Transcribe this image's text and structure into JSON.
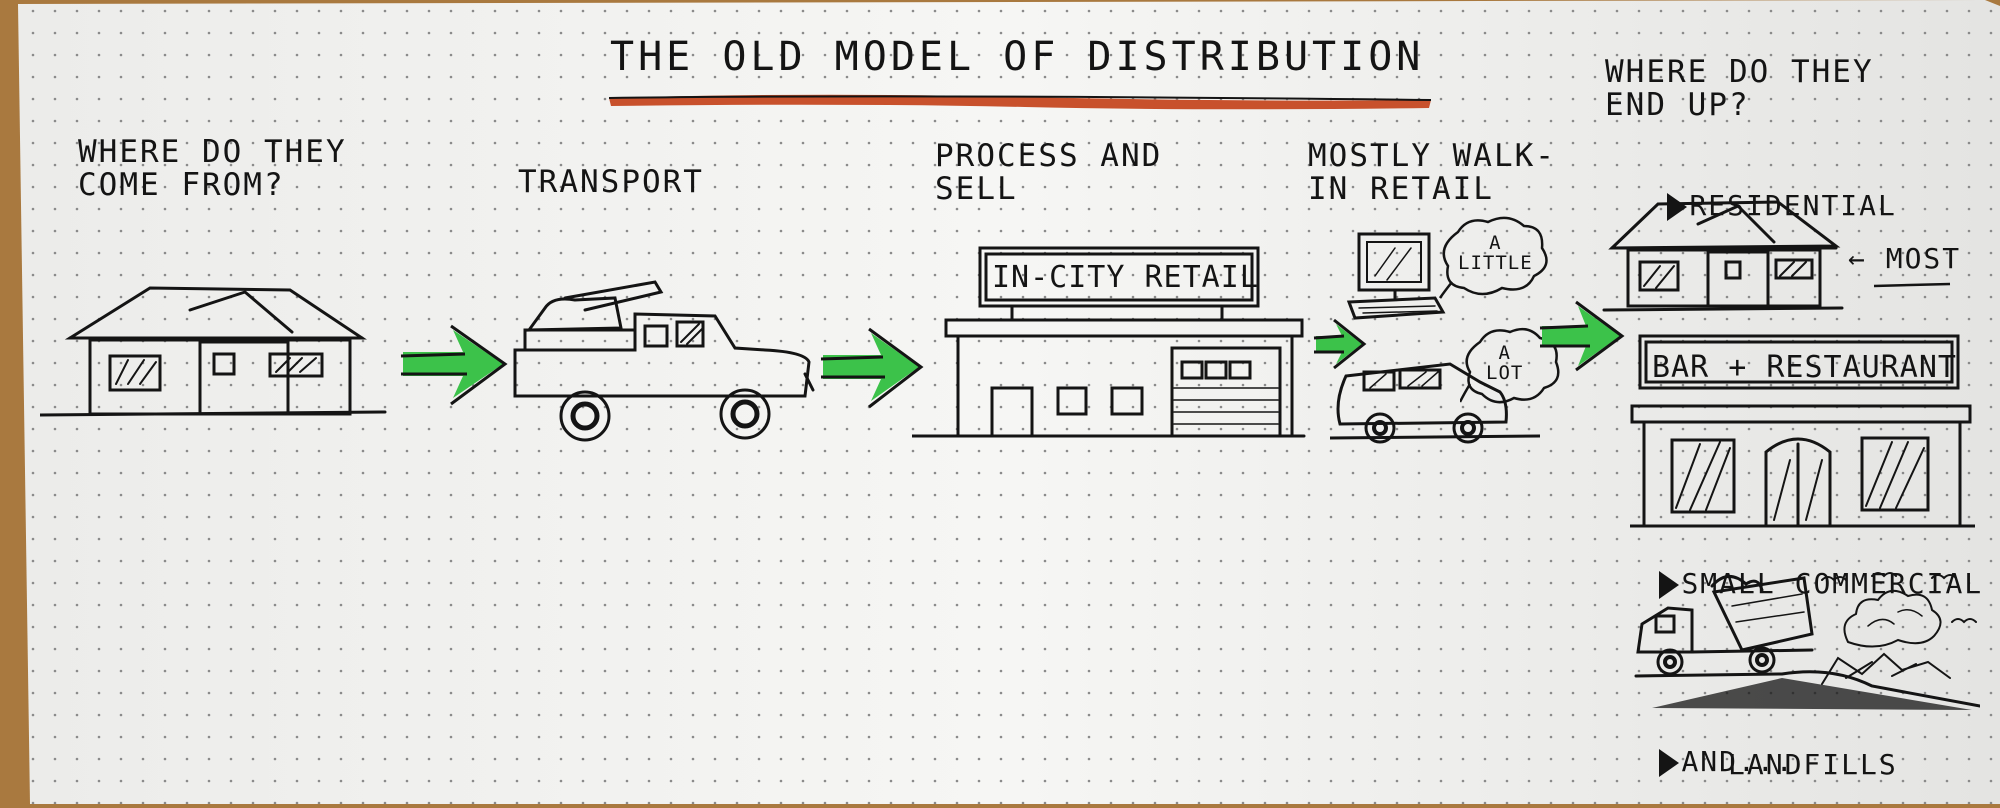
{
  "title": "THE OLD MODEL OF DISTRIBUTION",
  "stages": {
    "source": "WHERE DO THEY\nCOME FROM?",
    "transport": "TRANSPORT",
    "process": "PROCESS AND\nSELL",
    "retail": "MOSTLY WALK-\nIN RETAIL",
    "destination": "WHERE DO THEY\nEND UP?"
  },
  "signs": {
    "store": "IN-CITY RETAIL",
    "restaurant": "BAR + RESTAURANT"
  },
  "bubbles": {
    "computer": "A\nLITTLE",
    "car": "A\nLOT"
  },
  "destinations": {
    "residential": "RESIDENTIAL",
    "most_note": "← MOST",
    "commercial": "SMALL COMMERCIAL",
    "and": "AND...",
    "landfills": "LANDFILLS"
  },
  "colors": {
    "ink": "#141414",
    "arrow_green": "#3cc24a",
    "title_underline": "#c8512c",
    "paper": "#f4f4f2"
  }
}
